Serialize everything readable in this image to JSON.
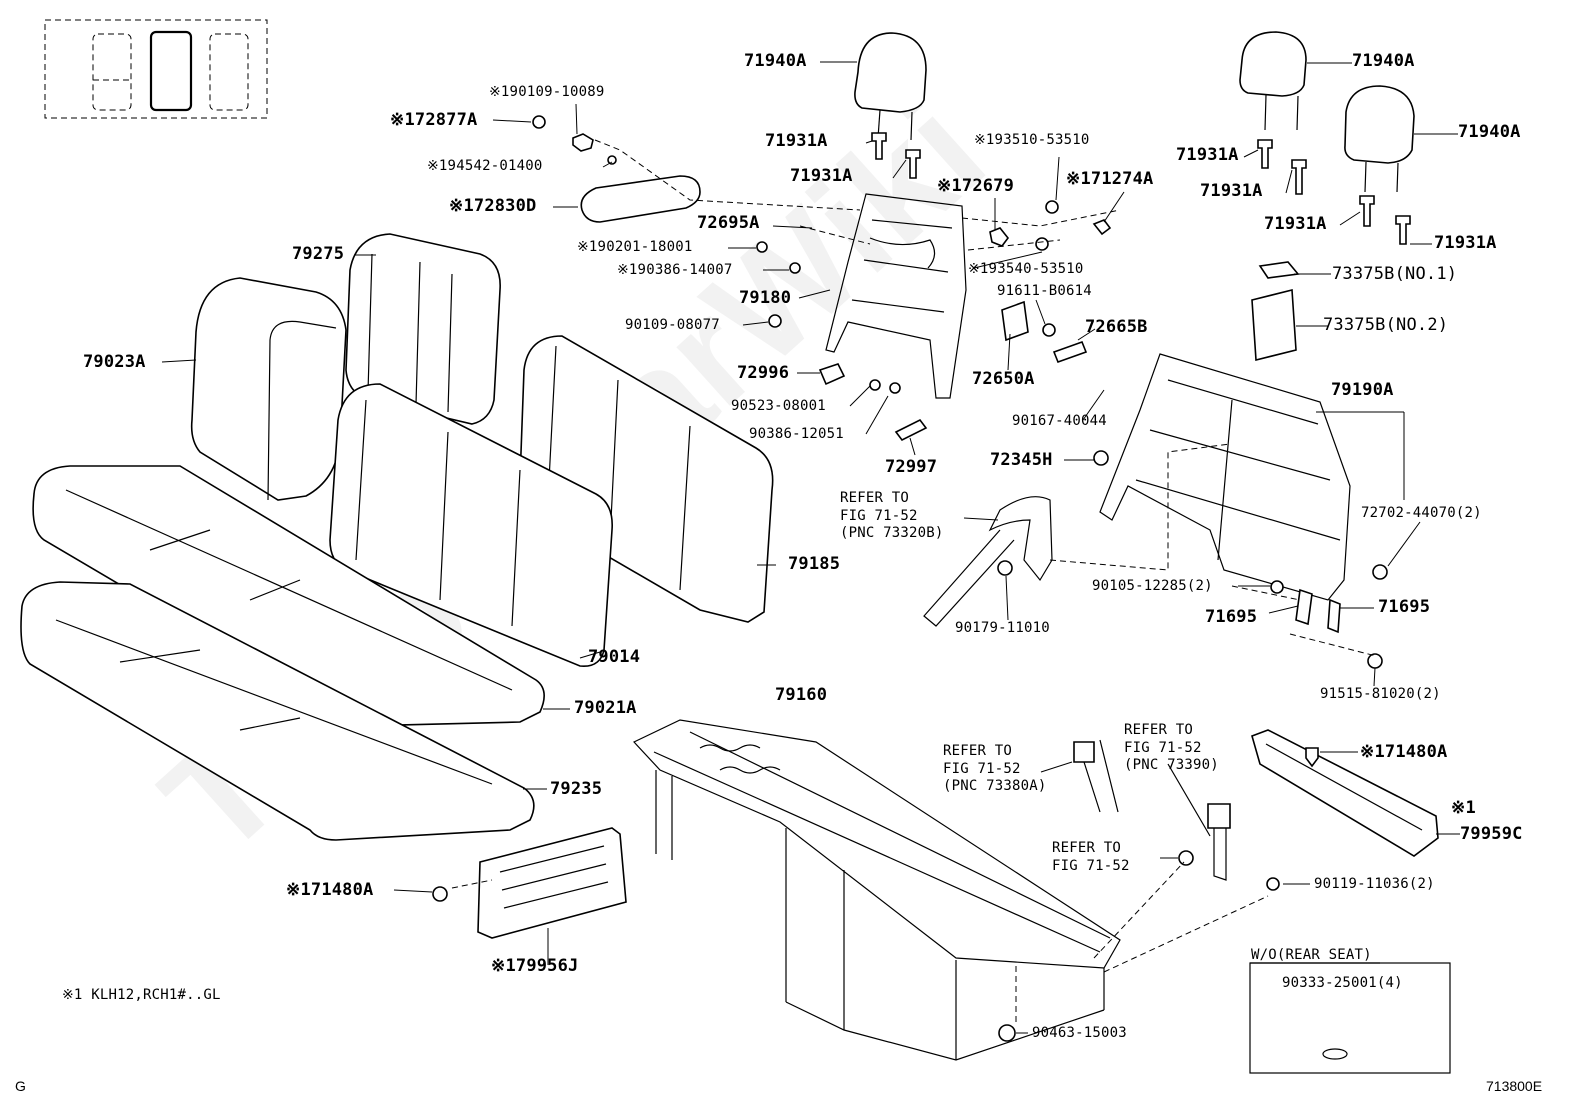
{
  "watermark": "ToyotaCarWiki",
  "diagram_code": "713800E",
  "corner_letter": "G",
  "footnote": "※1 KLH12,RCH1#..GL",
  "box": {
    "title": "W/O(REAR SEAT)",
    "part": "90333-25001(4)"
  },
  "labels": {
    "p71940A_1": "71940A",
    "p71940A_2": "71940A",
    "p71940A_3": "71940A",
    "p71931A_1": "71931A",
    "p71931A_2": "71931A",
    "p71931A_3": "71931A",
    "p71931A_4": "71931A",
    "p71931A_5": "71931A",
    "p71931A_6": "71931A",
    "p190109": "※190109-10089",
    "p172877A": "※172877A",
    "p194542": "※194542-01400",
    "p172830D": "※172830D",
    "p193510": "※193510-53510",
    "p172679": "※172679",
    "p171274A": "※171274A",
    "p72695A": "72695A",
    "p190201": "※190201-18001",
    "p190386": "※190386-14007",
    "p193540": "※193540-53510",
    "p91611": "91611-B0614",
    "p73375B1": "73375B(NO.1)",
    "p73375B2": "73375B(NO.2)",
    "p79275": "79275",
    "p79180": "79180",
    "p90109": "90109-08077",
    "p72665B": "72665B",
    "p79023A": "79023A",
    "p72996": "72996",
    "p72650A": "72650A",
    "p90523": "90523-08001",
    "p90167": "90167-40044",
    "p79190A": "79190A",
    "p90386": "90386-12051",
    "p72997": "72997",
    "p72345H": "72345H",
    "p72702": "72702-44070(2)",
    "ref1": "REFER TO\nFIG 71-52\n(PNC 73320B)",
    "p79185": "79185",
    "p90105": "90105-12285(2)",
    "p71695_1": "71695",
    "p71695_2": "71695",
    "p90179": "90179-11010",
    "p79014": "79014",
    "p91515": "91515-81020(2)",
    "p79160": "79160",
    "p79021A": "79021A",
    "ref2": "REFER TO\nFIG 71-52\n(PNC 73390)",
    "ref3": "REFER TO\nFIG 71-52\n(PNC 73380A)",
    "p171480A_r": "※171480A",
    "p79235": "79235",
    "note1": "※1",
    "p79959C": "79959C",
    "ref4": "REFER TO\nFIG 71-52",
    "p90119": "90119-11036(2)",
    "p171480A_l": "※171480A",
    "p179956J": "※179956J",
    "p90463": "90463-15003"
  }
}
